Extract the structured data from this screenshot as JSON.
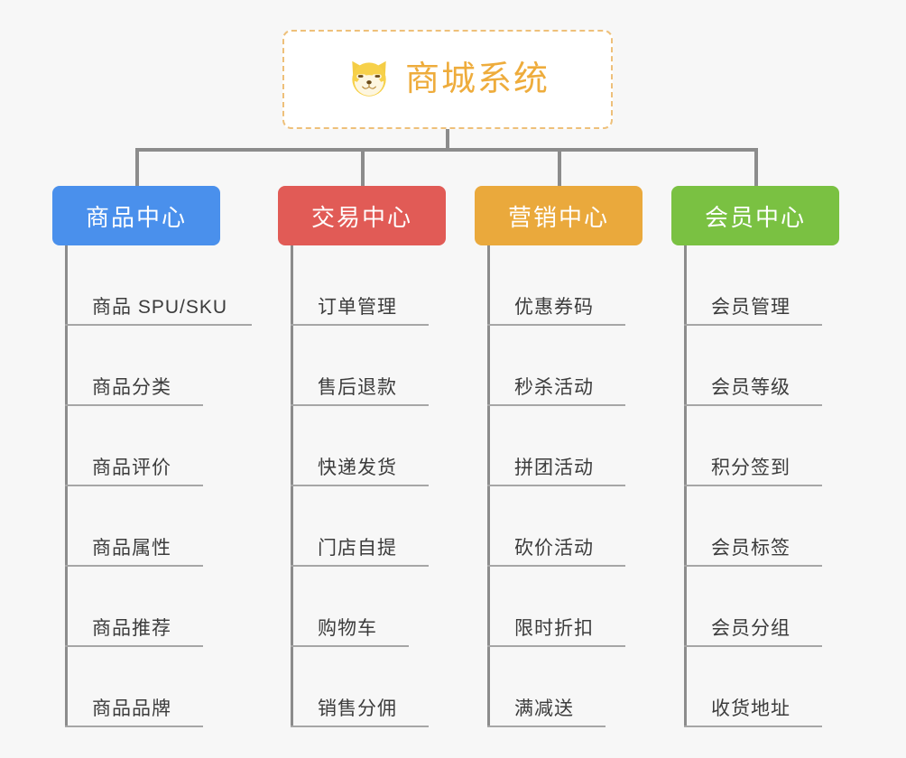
{
  "diagram": {
    "type": "mind-map",
    "background_color": "#f7f7f7",
    "connector_color": "#8c8c8c",
    "root": {
      "title": "商城系统",
      "icon": "shiba-dog-face-icon",
      "text_color": "#eeac3c",
      "border_color": "#eec07a",
      "background_color": "#ffffff"
    },
    "branches": [
      {
        "label": "商品中心",
        "color": "#4a90ec",
        "leaves": [
          "商品 SPU/SKU",
          "商品分类",
          "商品评价",
          "商品属性",
          "商品推荐",
          "商品品牌"
        ]
      },
      {
        "label": "交易中心",
        "color": "#e15b56",
        "leaves": [
          "订单管理",
          "售后退款",
          "快递发货",
          "门店自提",
          "购物车",
          "销售分佣"
        ]
      },
      {
        "label": "营销中心",
        "color": "#eaa93c",
        "leaves": [
          "优惠券码",
          "秒杀活动",
          "拼团活动",
          "砍价活动",
          "限时折扣",
          "满减送"
        ]
      },
      {
        "label": "会员中心",
        "color": "#7ac142",
        "leaves": [
          "会员管理",
          "会员等级",
          "积分签到",
          "会员标签",
          "会员分组",
          "收货地址"
        ]
      }
    ]
  }
}
